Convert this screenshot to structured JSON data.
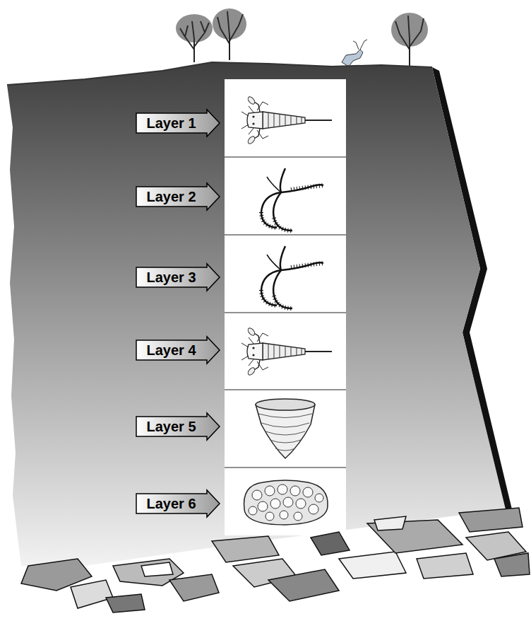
{
  "diagram": {
    "nodes": [
      {
        "text": [
          "Layer 1"
        ]
      },
      {
        "text": [
          "Layer 2"
        ]
      },
      {
        "text": [
          "Layer 3"
        ]
      },
      {
        "text": [
          "Layer 4"
        ]
      },
      {
        "text": [
          "Layer 5"
        ]
      },
      {
        "text": [
          "Layer 6"
        ]
      }
    ]
  }
}
